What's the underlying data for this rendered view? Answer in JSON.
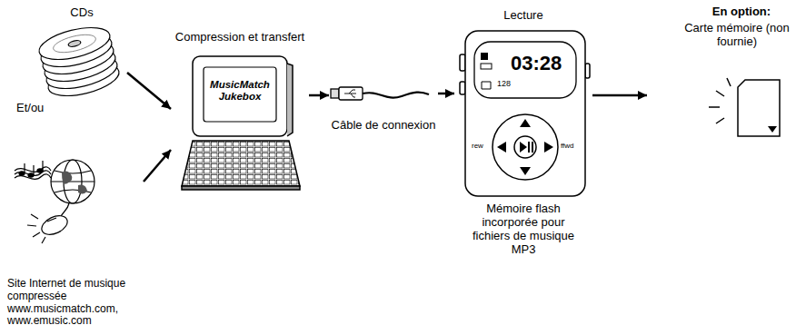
{
  "diagram": {
    "nodes": [
      {
        "text": [
          "CDs"
        ]
      },
      {
        "text": [
          "Site Internet de musique compressée www.musicmatch.com, www.emusic.com"
        ]
      },
      {
        "text": [
          "Compression et transfert",
          "MusicMatch Jukebox"
        ]
      },
      {
        "text": [
          "Câble de connexion"
        ]
      },
      {
        "text": [
          "Lecture",
          "Mémoire flash incorporée pour fichiers de musique MP3"
        ]
      },
      {
        "text": [
          "En option:",
          "Carte mémoire (non fournie)"
        ]
      }
    ],
    "edges": [
      {
        "from": 0,
        "to": 2,
        "arrow": "to"
      },
      {
        "from": 1,
        "to": 2,
        "arrow": "to"
      },
      {
        "from": 2,
        "to": 3,
        "arrow": "to"
      },
      {
        "from": 3,
        "to": 4,
        "arrow": "to"
      },
      {
        "from": 4,
        "to": 5,
        "arrow": "to"
      }
    ],
    "labels": [
      "Et/ou",
      "03:28",
      "128",
      "rew",
      "ffwd"
    ]
  }
}
